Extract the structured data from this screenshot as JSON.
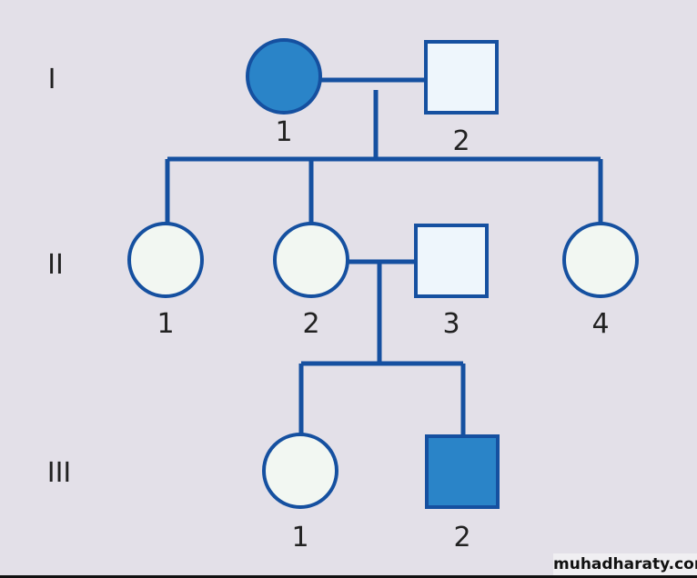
{
  "colors": {
    "affected": "#2a84c8",
    "stroke": "#1550a0",
    "female_unaffected": "#f2f7f2",
    "male_unaffected": "#eef6fc",
    "background": "#e3e0e8"
  },
  "generations": [
    "I",
    "II",
    "III"
  ],
  "individuals": [
    {
      "id": "I-1",
      "label": "1",
      "sex": "female",
      "affected": true
    },
    {
      "id": "I-2",
      "label": "2",
      "sex": "male",
      "affected": false
    },
    {
      "id": "II-1",
      "label": "1",
      "sex": "female",
      "affected": false
    },
    {
      "id": "II-2",
      "label": "2",
      "sex": "female",
      "affected": false
    },
    {
      "id": "II-3",
      "label": "3",
      "sex": "male",
      "affected": false
    },
    {
      "id": "II-4",
      "label": "4",
      "sex": "female",
      "affected": false
    },
    {
      "id": "III-1",
      "label": "1",
      "sex": "female",
      "affected": false
    },
    {
      "id": "III-2",
      "label": "2",
      "sex": "male",
      "affected": true
    }
  ],
  "watermark": "muhadharaty.com"
}
